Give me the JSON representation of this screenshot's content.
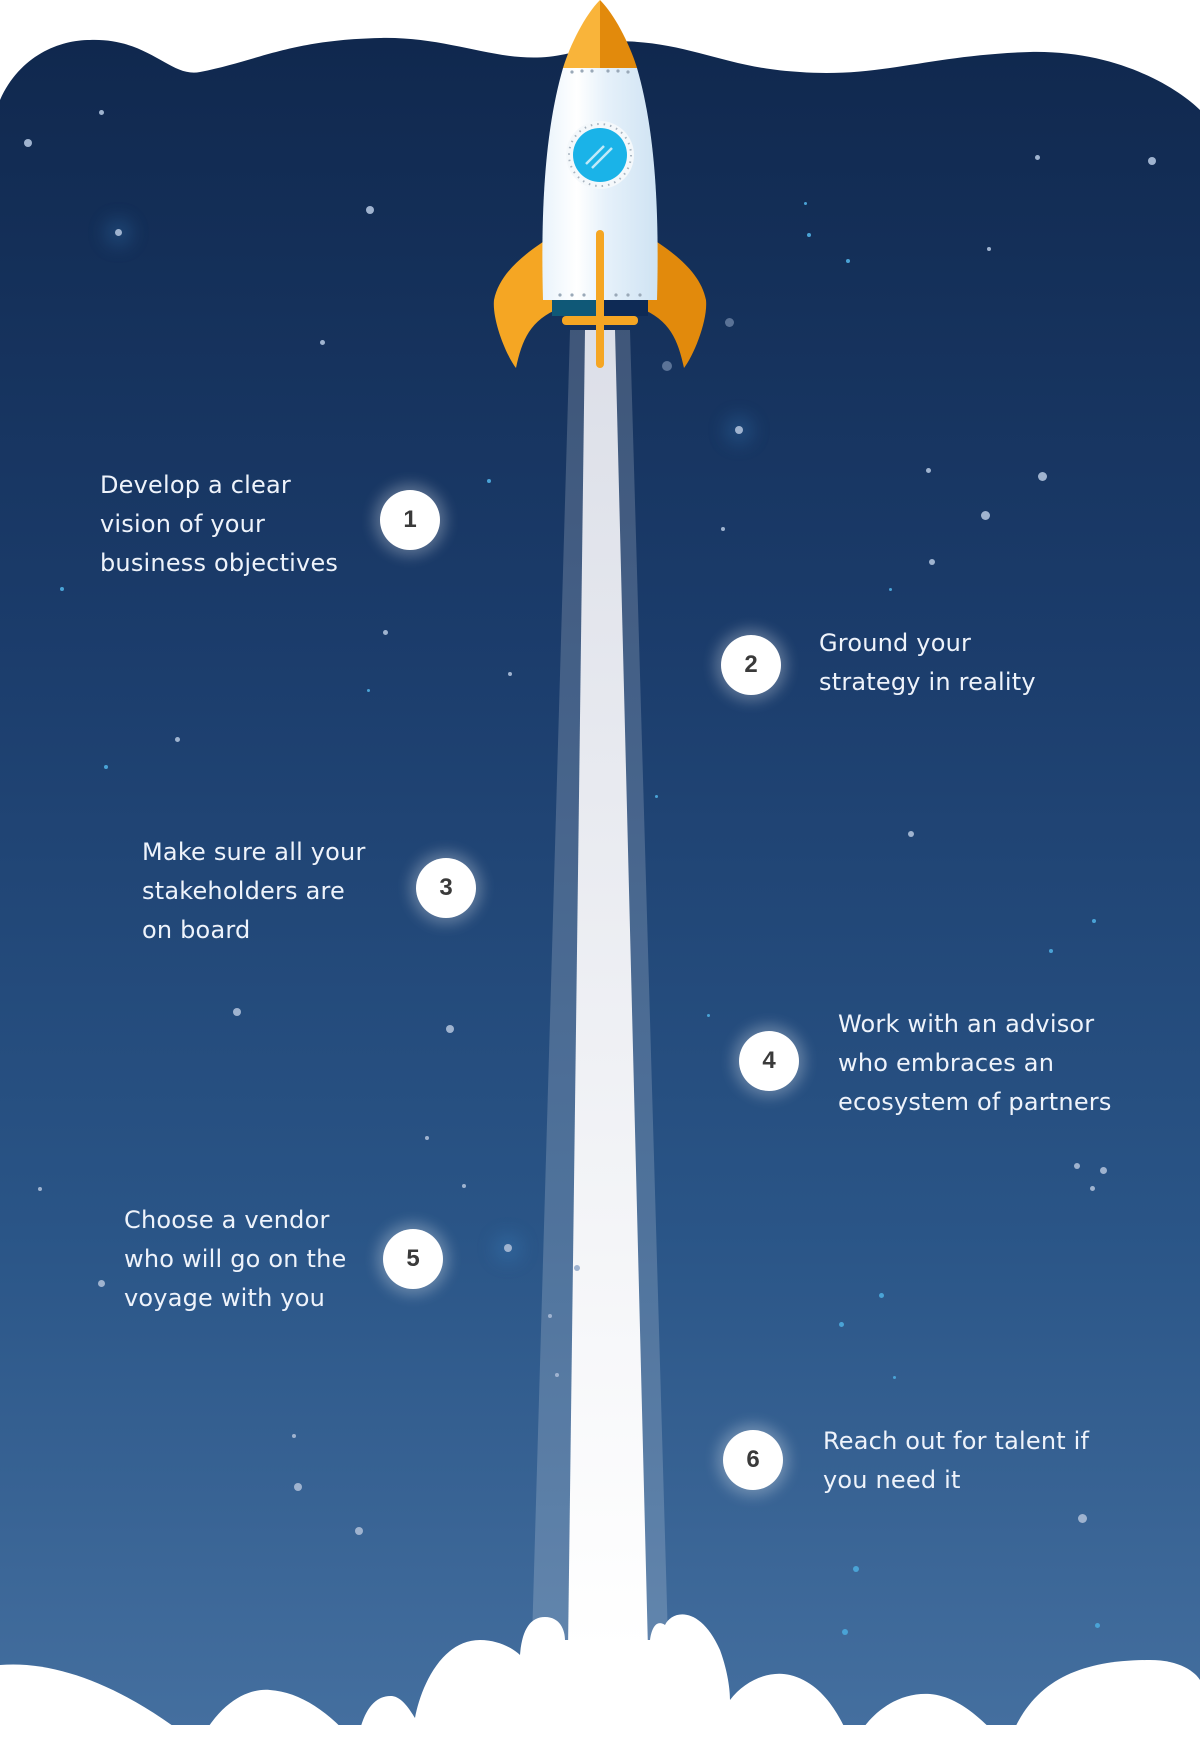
{
  "colors": {
    "sky_top": "#10284e",
    "sky_bottom": "#4570a0",
    "rocket_orange": "#f5a623",
    "rocket_orange_dark": "#e28a0c",
    "rocket_body": "#e4f0f9",
    "window_blue": "#1ab3e8",
    "badge_bg": "#ffffff",
    "badge_text": "#3a3a3a",
    "step_text": "#eef3fb"
  },
  "steps": [
    {
      "number": "1",
      "text": "Develop a clear\nvision of your\nbusiness objectives"
    },
    {
      "number": "2",
      "text": "Ground your\nstrategy in reality"
    },
    {
      "number": "3",
      "text": "Make sure all your\nstakeholders are\non board"
    },
    {
      "number": "4",
      "text": "Work with an advisor\nwho embraces an\necosystem of partners"
    },
    {
      "number": "5",
      "text": "Choose a vendor\nwho will go on the\nvoyage with you"
    },
    {
      "number": "6",
      "text": "Reach out for talent if\nyou need it"
    }
  ],
  "icons": {
    "rocket": "rocket-icon",
    "clouds": "cloud-icon",
    "stars": "star-icon"
  }
}
